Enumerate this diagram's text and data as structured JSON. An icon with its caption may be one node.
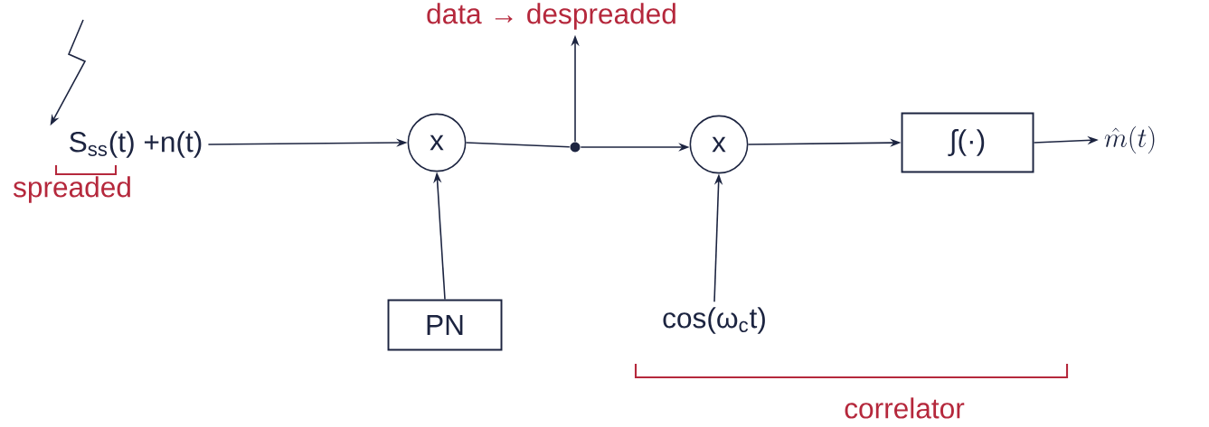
{
  "diagram": {
    "nodes": [
      {
        "text": [
          "S$_{ss}$(t) +n(t)"
        ]
      },
      {
        "text": [
          "x"
        ]
      },
      {
        "text": [],
        "shape": "circle"
      },
      {
        "text": [
          "data → despreaded"
        ]
      },
      {
        "text": [
          "x"
        ]
      },
      {
        "text": [
          "∫(·)"
        ]
      },
      {
        "text": [
          "\\hat{m}(t)"
        ]
      },
      {
        "text": [
          "PN"
        ]
      },
      {
        "text": [
          "cos(ω$_{c}$t)"
        ]
      }
    ],
    "edges": [
      {
        "from": null,
        "to": 0,
        "arrow": "to"
      },
      {
        "from": 0,
        "to": 1,
        "arrow": "to"
      },
      {
        "from": 1,
        "to": 2,
        "arrow": "none"
      },
      {
        "from": 2,
        "to": 4,
        "arrow": "to"
      },
      {
        "from": 2,
        "to": 3,
        "arrow": "to"
      },
      {
        "from": 7,
        "to": 1,
        "arrow": "to"
      },
      {
        "from": 8,
        "to": 4,
        "arrow": "to"
      },
      {
        "from": 4,
        "to": 5,
        "arrow": "to"
      },
      {
        "from": 5,
        "to": 6,
        "arrow": "to"
      }
    ],
    "labels": [
      "spreaded",
      "correlator"
    ]
  }
}
